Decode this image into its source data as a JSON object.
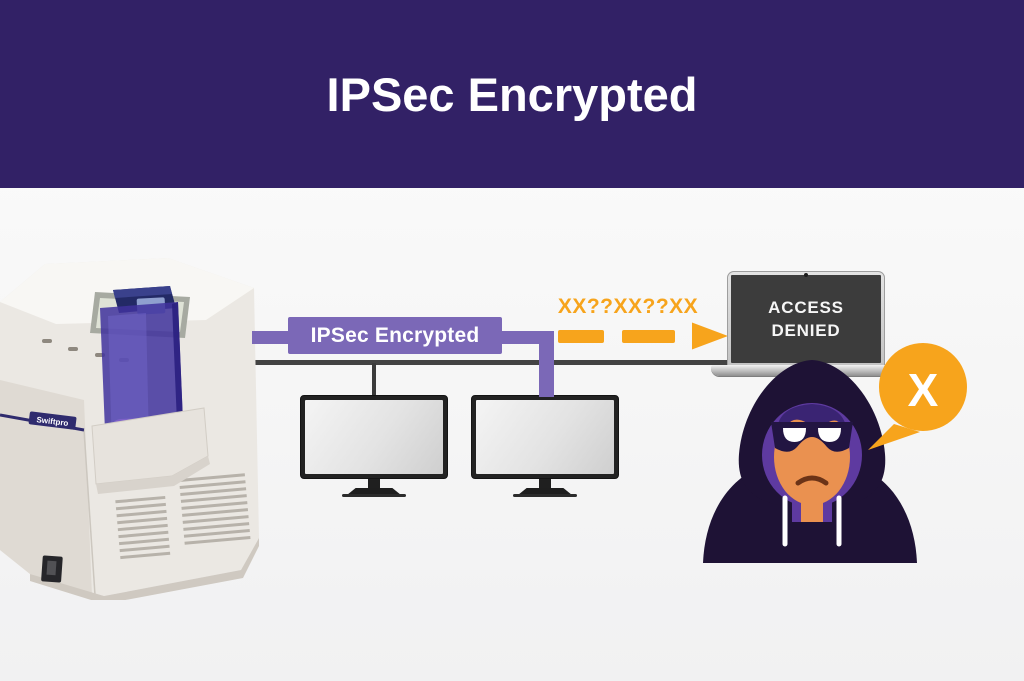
{
  "banner": {
    "title": "IPSec Encrypted"
  },
  "flow": {
    "pipe_label": "IPSec Encrypted",
    "scrambled_text": "XX??XX??XX",
    "laptop": {
      "line1": "ACCESS",
      "line2": "DENIED"
    },
    "denied_mark": "X"
  },
  "printer": {
    "brand": "Swiftpro"
  },
  "colors": {
    "banner_bg": "#322166",
    "pipe_purple": "#7b68b7",
    "alert_orange": "#f7a41c",
    "network_line": "#434343",
    "laptop_screen": "#3c3c3c",
    "hoodie_dark": "#1e1235",
    "hood_inner_purple": "#5e3aa0",
    "skin_tone": "#ea9150"
  }
}
